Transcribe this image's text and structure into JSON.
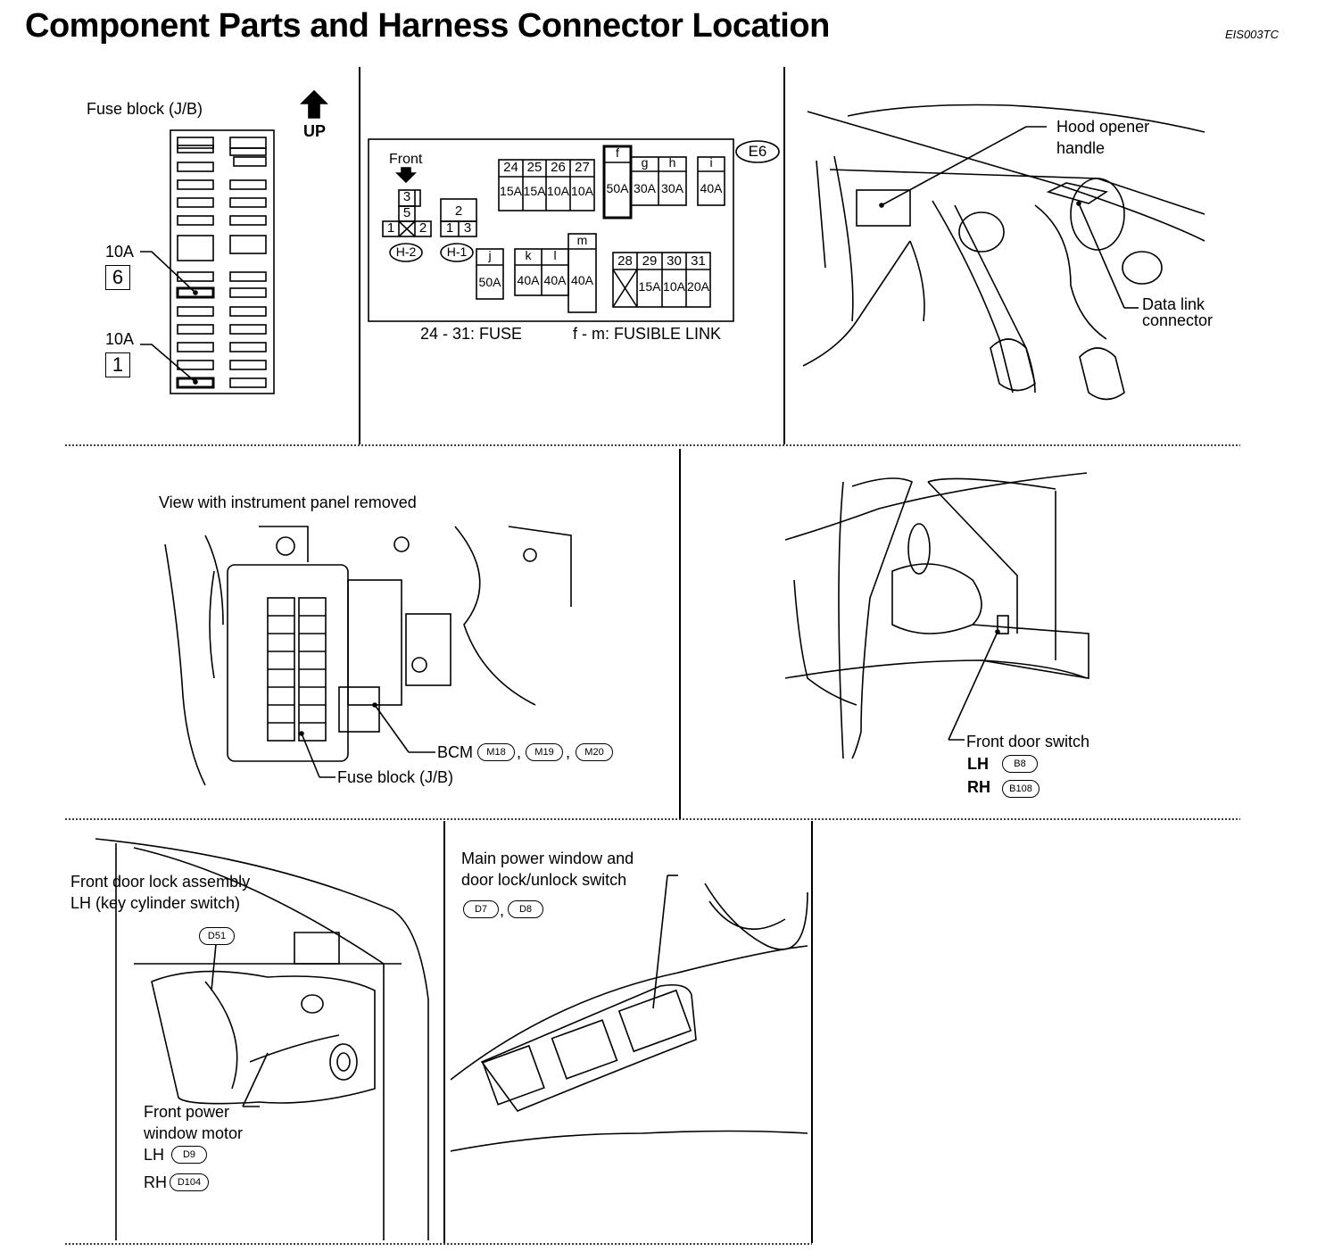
{
  "page": {
    "title": "Component Parts and Harness Connector Location",
    "code": "EIS003TC"
  },
  "fuse_block_panel": {
    "title": "Fuse block (J/B)",
    "up_label": "UP",
    "fuse_a": {
      "amp": "10A",
      "num": "6"
    },
    "fuse_b": {
      "amp": "10A",
      "num": "1"
    }
  },
  "fuse_box_panel": {
    "connector": "E6",
    "front_label": "Front",
    "relay_h2": {
      "top": "3",
      "mid": "5",
      "left": "1",
      "right": "2",
      "name": "H-2"
    },
    "relay_h1": {
      "top": "2",
      "left": "1",
      "right": "3",
      "name": "H-1"
    },
    "fuses_24_27": {
      "nums": [
        "24",
        "25",
        "26",
        "27"
      ],
      "amps": [
        "15A",
        "15A",
        "10A",
        "10A"
      ]
    },
    "links_f_h": {
      "letters": [
        "f",
        "g",
        "h"
      ],
      "amps": [
        "50A",
        "30A",
        "30A"
      ]
    },
    "link_i": {
      "letter": "i",
      "amp": "40A"
    },
    "link_j": {
      "letter": "j",
      "amp": "50A"
    },
    "links_k_m": {
      "letters": [
        "k",
        "l",
        "m"
      ],
      "amps": [
        "40A",
        "40A",
        "40A"
      ]
    },
    "fuses_28_31": {
      "nums": [
        "28",
        "29",
        "30",
        "31"
      ],
      "amps": [
        "",
        "15A",
        "10A",
        "20A"
      ]
    },
    "legend_fuse": "24 - 31: FUSE",
    "legend_link": "f - m: FUSIBLE LINK"
  },
  "hood_panel": {
    "hood_label_1": "Hood opener",
    "hood_label_2": "handle",
    "dlc_label_1": "Data link",
    "dlc_label_2": "connector"
  },
  "instrument_panel": {
    "caption": "View with instrument panel removed",
    "bcm_label": "BCM",
    "bcm_connectors": [
      "M18",
      "M19",
      "M20"
    ],
    "sep": ",",
    "fuse_block_label": "Fuse block (J/B)"
  },
  "door_switch_panel": {
    "label": "Front door switch",
    "lh_label": "LH",
    "lh_conn": "B8",
    "rh_label": "RH",
    "rh_conn": "B108"
  },
  "door_lock_panel": {
    "lock_label_1": "Front door lock assembly",
    "lock_label_2": "LH (key cylinder switch)",
    "lock_conn": "D51",
    "motor_label_1": "Front power",
    "motor_label_2": "window motor",
    "lh_label": "LH",
    "lh_conn": "D9",
    "rh_label": "RH",
    "rh_conn": "D104"
  },
  "window_switch_panel": {
    "label_1": "Main power window and",
    "label_2": "door lock/unlock switch",
    "conn_a": "D7",
    "sep": ",",
    "conn_b": "D8"
  }
}
